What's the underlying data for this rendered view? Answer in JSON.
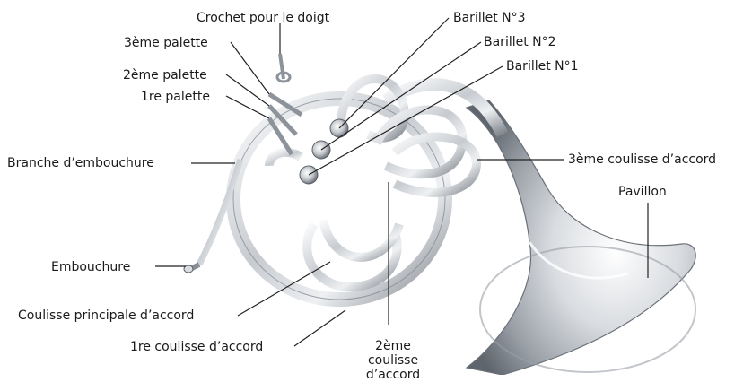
{
  "labels": {
    "finger_hook": "Crochet pour le doigt",
    "lever3": "3ème palette",
    "lever2": "2ème palette",
    "lever1": "1re palette",
    "valve3": "Barillet N°3",
    "valve2": "Barillet N°2",
    "valve1": "Barillet N°1",
    "slide3": "3ème coulisse d’accord",
    "leadpipe": "Branche d’embouchure",
    "bell": "Pavillon",
    "mouthpiece": "Embouchure",
    "main_slide": "Coulisse principale d’accord",
    "slide1": "1re coulisse d’accord",
    "slide2": "2ème coulisse d’accord"
  },
  "colors": {
    "line": "#222222",
    "silver_light": "#f4f5f6",
    "silver_mid": "#c9ccd0",
    "silver_dark": "#8a8f96"
  }
}
